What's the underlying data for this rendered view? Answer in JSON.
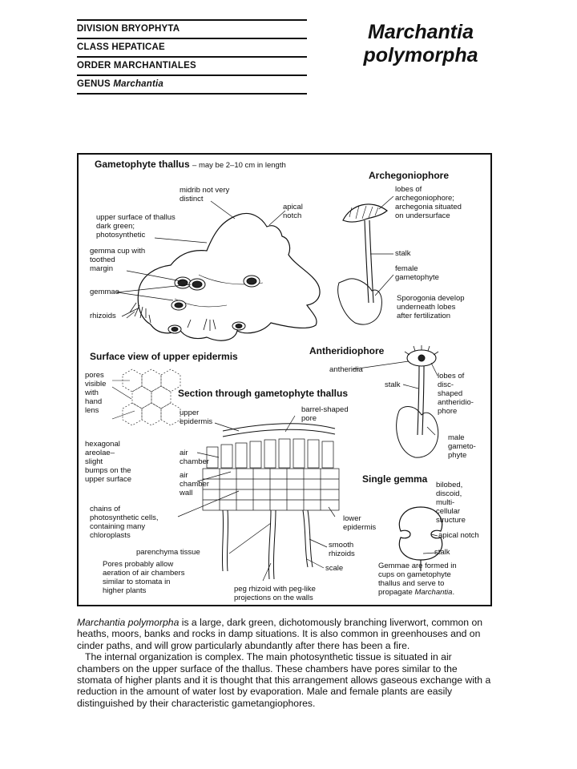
{
  "taxonomy": {
    "division": "DIVISION BRYOPHYTA",
    "class": "CLASS HEPATICAE",
    "order": "ORDER MARCHANTIALES",
    "genus_label": "GENUS",
    "genus_name": "Marchantia"
  },
  "species": {
    "line1": "Marchantia",
    "line2": "polymorpha"
  },
  "figure": {
    "thallus": {
      "heading": "Gametophyte thallus",
      "note": "– may be 2–10 cm in length",
      "labels": {
        "midrib": "midrib not very\ndistinct",
        "apical_notch": "apical\nnotch",
        "upper_surface": "upper surface of thallus\ndark green;\nphotosynthetic",
        "gemma_cup": "gemma cup with\ntoothed\nmargin",
        "gemmae": "gemmae",
        "rhizoids": "rhizoids"
      }
    },
    "archegoniophore": {
      "heading": "Archegoniophore",
      "labels": {
        "lobes": "lobes of\narchegoniophore;\narchegonia situated\non undersurface",
        "stalk": "stalk",
        "female": "female\ngametophyte",
        "sporogonia": "Sporogonia develop\nunderneath lobes\nafter fertilization"
      }
    },
    "surface_view": {
      "heading": "Surface view of upper epidermis",
      "labels": {
        "pores": "pores\nvisible\nwith\nhand\nlens",
        "hexagonal": "hexagonal\nareolae–\nslight\nbumps on the\nupper surface"
      }
    },
    "antheridiophore": {
      "heading": "Antheridiophore",
      "labels": {
        "antheridia": "antheridia",
        "stalk": "stalk",
        "lobes": "lobes of\ndisc-\nshaped\nantheridio-\nphore",
        "male": "male\ngameto-\nphyte"
      }
    },
    "section": {
      "heading": "Section through gametophyte thallus",
      "labels": {
        "upper_epidermis": "upper\nepidermis",
        "barrel_pore": "barrel-shaped\npore",
        "air_chamber": "air\nchamber",
        "air_chamber_wall": "air\nchamber\nwall",
        "chains": "chains of\nphotosynthetic cells,\ncontaining many\nchloroplasts",
        "lower_epidermis": "lower\nepidermis",
        "parenchyma": "parenchyma tissue",
        "smooth_rhizoids": "smooth\nrhizoids",
        "scale": "scale",
        "pores_note": "Pores probably allow\naeration of air chambers\nsimilar to stomata in\nhigher plants",
        "peg_rhizoid": "peg rhizoid with peg-like\nprojections on the walls"
      }
    },
    "gemma": {
      "heading": "Single gemma",
      "labels": {
        "bilobed": "bilobed,\ndiscoid,\nmulti-\ncellular\nstructure",
        "apical_notch": "apical notch",
        "stalk": "stalk",
        "note_before": "Gemmae are formed in\ncups on gametophyte\nthallus and serve to\npropagate ",
        "note_genus": "Marchantia",
        "note_after": "."
      }
    }
  },
  "body_text": {
    "p1_lead": "Marchantia polymorpha",
    "p1_rest": " is a large, dark green, dichotomously branching liverwort, common on heaths, moors, banks and rocks in damp situations. It is also common in greenhouses and on cinder paths, and will grow particularly abundantly after there has been a fire.",
    "p2": "The internal organization is complex. The main photosynthetic tissue is situated in air chambers on the upper surface of the thallus. These chambers have pores similar to the stomata of higher plants and it is thought that this arrangement allows gaseous exchange with a reduction in the amount of water lost by evaporation. Male and female plants are easily distinguished by their characteristic gametangiophores."
  }
}
